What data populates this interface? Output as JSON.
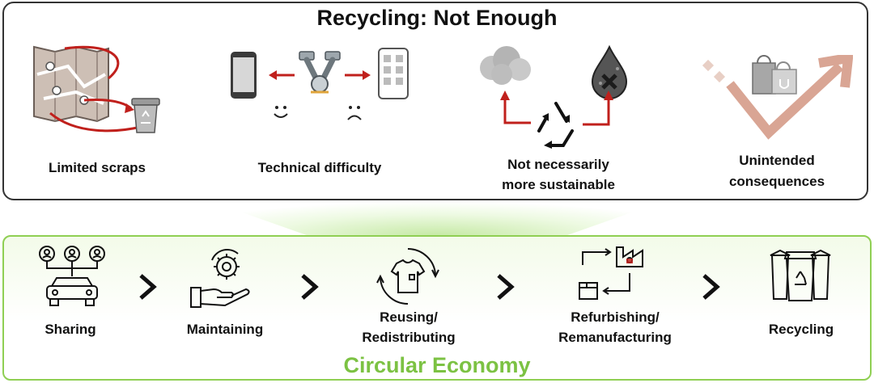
{
  "top_panel": {
    "title": "Recycling: Not Enough",
    "items": [
      {
        "label": "Limited scraps"
      },
      {
        "label": "Technical difficulty"
      },
      {
        "label_line1": "Not necessarily",
        "label_line2": "more sustainable"
      },
      {
        "label_line1": "Unintended",
        "label_line2": "consequences"
      }
    ]
  },
  "bottom_panel": {
    "title": "Circular Economy",
    "stages": [
      {
        "label": "Sharing"
      },
      {
        "label": "Maintaining"
      },
      {
        "label_line1": "Reusing/",
        "label_line2": "Redistributing"
      },
      {
        "label_line1": "Refurbishing/",
        "label_line2": "Remanufacturing"
      },
      {
        "label": "Recycling"
      }
    ]
  },
  "colors": {
    "arrow_red": "#c0201c",
    "accent_green": "#7cc243",
    "border_green": "#8fcf53",
    "rose": "#d9a594"
  },
  "icons": [
    "map-icon",
    "trash-bin-icon",
    "smartphone-icon",
    "engine-parts-icon",
    "tablet-icon",
    "smile-icon",
    "frown-icon",
    "smoke-cloud-icon",
    "oil-drop-icon",
    "recycle-triangle-icon",
    "shopping-bags-icon",
    "trend-v-arrow-icon",
    "shared-car-icon",
    "hand-gear-icon",
    "shirt-cycle-icon",
    "factory-box-icon",
    "recycle-bins-icon",
    "chevron-right-icon"
  ]
}
